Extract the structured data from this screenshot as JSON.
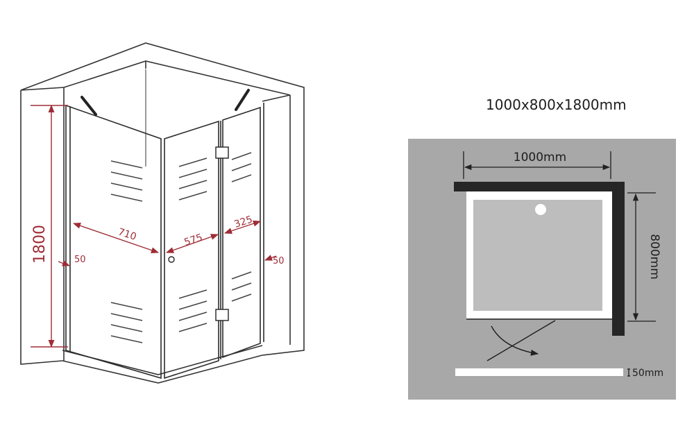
{
  "title": "1000x800x1800mm",
  "elevation": {
    "height": "1800",
    "door_width": "710",
    "fixed_panel": "575",
    "side_door": "325",
    "left_offset": "50",
    "right_offset": "50"
  },
  "plan": {
    "width": "1000mm",
    "depth": "800mm",
    "threshold": "50mm"
  },
  "colors": {
    "dimension_red": "#9e2d36",
    "line_dark": "#222222",
    "plan_background": "#a8a8a8",
    "wall_dark": "#262626"
  }
}
